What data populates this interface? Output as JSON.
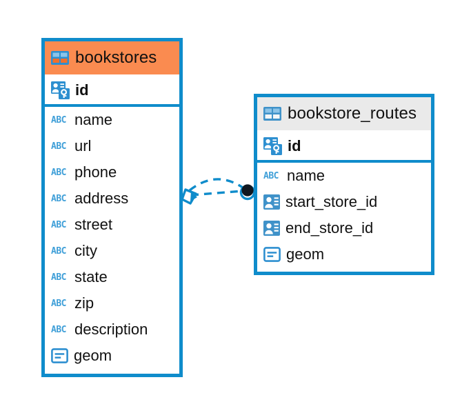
{
  "diagram": {
    "type": "entity-relationship-diagram",
    "background_color": "#ffffff",
    "accent_color": "#0f8ccb",
    "highlight_color": "#fa8b50",
    "header_grey": "#eaeaea"
  },
  "entities": [
    {
      "name": "bookstores",
      "header_style": "accent-orange",
      "table_icon": "table-icon",
      "selected": true,
      "fields": [
        {
          "label": "id",
          "icon": "primary-key-icon",
          "kind": "pk"
        },
        {
          "label": "name",
          "icon": "abc-text-icon",
          "kind": "text"
        },
        {
          "label": "url",
          "icon": "abc-text-icon",
          "kind": "text"
        },
        {
          "label": "phone",
          "icon": "abc-text-icon",
          "kind": "text"
        },
        {
          "label": "address",
          "icon": "abc-text-icon",
          "kind": "text"
        },
        {
          "label": "street",
          "icon": "abc-text-icon",
          "kind": "text"
        },
        {
          "label": "city",
          "icon": "abc-text-icon",
          "kind": "text"
        },
        {
          "label": "state",
          "icon": "abc-text-icon",
          "kind": "text"
        },
        {
          "label": "zip",
          "icon": "abc-text-icon",
          "kind": "text"
        },
        {
          "label": "description",
          "icon": "abc-text-icon",
          "kind": "text"
        },
        {
          "label": "geom",
          "icon": "geometry-icon",
          "kind": "geometry"
        }
      ]
    },
    {
      "name": "bookstore_routes",
      "header_style": "accent-grey",
      "table_icon": "table-icon",
      "selected": false,
      "fields": [
        {
          "label": "id",
          "icon": "primary-key-icon",
          "kind": "pk"
        },
        {
          "label": "name",
          "icon": "abc-text-icon",
          "kind": "text"
        },
        {
          "label": "start_store_id",
          "icon": "foreign-key-icon",
          "kind": "fk"
        },
        {
          "label": "end_store_id",
          "icon": "foreign-key-icon",
          "kind": "fk"
        },
        {
          "label": "geom",
          "icon": "geometry-icon",
          "kind": "geometry"
        }
      ]
    }
  ],
  "relationship": {
    "name": "bookstores-to-bookstore_routes",
    "line_style": "dashed",
    "line_color": "#0f8ccb",
    "source_marker": "crows-foot-marker",
    "target_marker": "filled-circle-marker"
  },
  "icon_glyphs": {
    "abc_label": "ABC"
  }
}
